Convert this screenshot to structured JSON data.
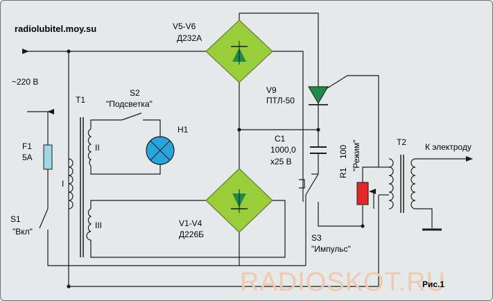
{
  "site": "radiolubitel.moy.su",
  "watermark": "RADIOSKOT.RU",
  "figure": "Рис.1",
  "mains": "~220 В",
  "components": {
    "bridge_top": {
      "ref": "V5-V6",
      "part": "Д232А"
    },
    "bridge_bottom": {
      "ref": "V1-V4",
      "part": "Д226Б"
    },
    "thyristor": {
      "ref": "V9",
      "part": "ПТЛ-50"
    },
    "capacitor": {
      "ref": "C1",
      "value": "1000,0",
      "voltage": "x25 В"
    },
    "fuse": {
      "ref": "F1",
      "value": "5А"
    },
    "switch_power": {
      "ref": "S1",
      "name": "\"Вкл\""
    },
    "switch_light": {
      "ref": "S2",
      "name": "\"Подсветка\""
    },
    "switch_pulse": {
      "ref": "S3",
      "name": "\"Импульс\""
    },
    "lamp": {
      "ref": "H1"
    },
    "transformer1": {
      "ref": "T1",
      "w1": "I",
      "w2": "II",
      "w3": "III"
    },
    "transformer2": {
      "ref": "T2"
    },
    "resistor": {
      "ref": "R1",
      "value": "100",
      "name": "\"Режим\""
    },
    "electrode": "К электроду"
  },
  "colors": {
    "bridge_fill": "#9acd3a",
    "diode_fill": "#1f8a4a",
    "lamp_fill": "#29a4dc",
    "fuse_fill": "#9ed8e8",
    "resistor_fill": "#e02828",
    "watermark": "#f2c8b0"
  }
}
